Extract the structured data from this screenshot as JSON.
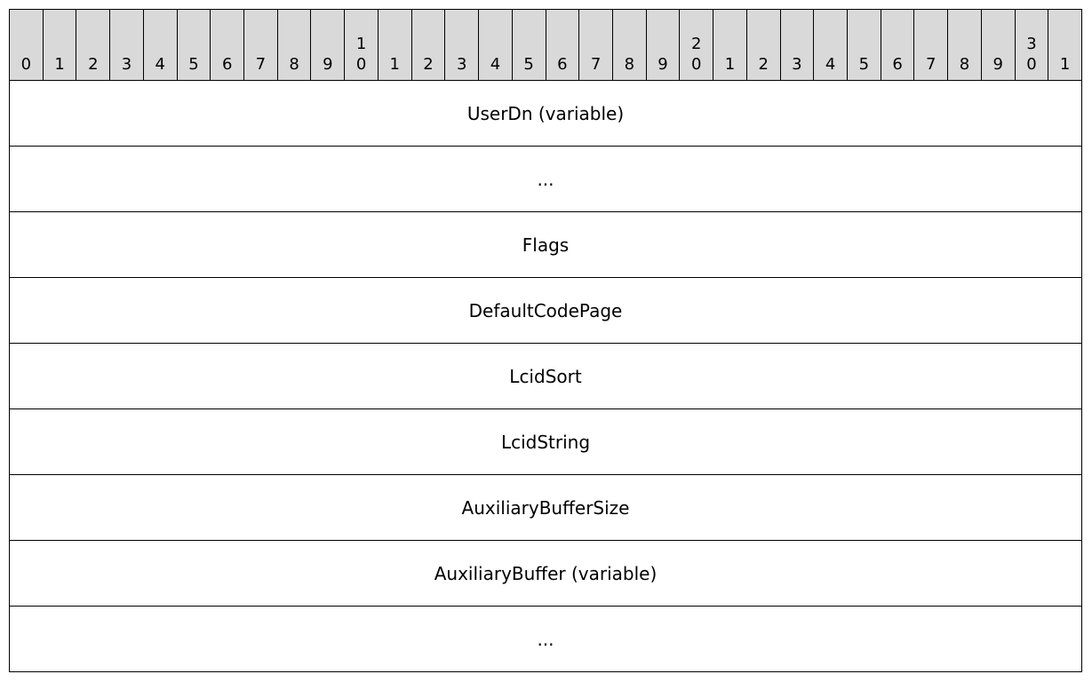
{
  "bit_ruler": {
    "tens": [
      "",
      "",
      "",
      "",
      "",
      "",
      "",
      "",
      "",
      "",
      "1",
      "",
      "",
      "",
      "",
      "",
      "",
      "",
      "",
      "",
      "2",
      "",
      "",
      "",
      "",
      "",
      "",
      "",
      "",
      "",
      "3",
      ""
    ],
    "ones": [
      "0",
      "1",
      "2",
      "3",
      "4",
      "5",
      "6",
      "7",
      "8",
      "9",
      "0",
      "1",
      "2",
      "3",
      "4",
      "5",
      "6",
      "7",
      "8",
      "9",
      "0",
      "1",
      "2",
      "3",
      "4",
      "5",
      "6",
      "7",
      "8",
      "9",
      "0",
      "1"
    ]
  },
  "fields": [
    "UserDn (variable)",
    "...",
    "Flags",
    "DefaultCodePage",
    "LcidSort",
    "LcidString",
    "AuxiliaryBufferSize",
    "AuxiliaryBuffer (variable)",
    "..."
  ]
}
